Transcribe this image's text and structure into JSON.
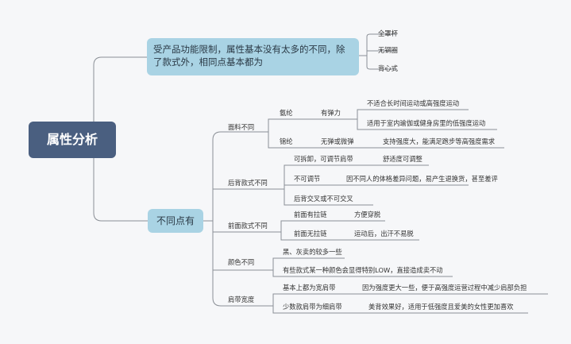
{
  "root": "属性分析",
  "summary_box": {
    "text": "受产品功能限制，属性基本没有太多的不同，除了款式外，相同点基本都为",
    "items": [
      "全罩杯",
      "无钢圈",
      "背心式"
    ]
  },
  "diff_box": {
    "label": "不同点有",
    "categories": [
      {
        "label": "面料不同",
        "subs": [
          {
            "label": "氨纶",
            "sub2": "有弹力",
            "details": [
              "不适合长时间运动或高强度运动",
              "适用于室内瑜伽或健身房里的低强度运动"
            ]
          },
          {
            "label": "锦纶",
            "sub2": "无弹或微弹",
            "details": [
              "支持强度大，能满足跑步等高强度需求"
            ]
          }
        ]
      },
      {
        "label": "后背款式不同",
        "subs": [
          {
            "label": "可拆卸，可调节肩带",
            "details": [
              "舒适度可调整"
            ]
          },
          {
            "label": "不可调节",
            "details": [
              "因不同人的体格差异问题，易产生退换货，甚至差评"
            ]
          },
          {
            "label": "后背交叉或不可交叉",
            "details": []
          }
        ]
      },
      {
        "label": "前面款式不同",
        "subs": [
          {
            "label": "前面有拉链",
            "details": [
              "方便穿脱"
            ]
          },
          {
            "label": "前面无拉链",
            "details": [
              "运动后，出汗不易脱"
            ]
          }
        ]
      },
      {
        "label": "颜色不同",
        "subs": [
          {
            "label": "黑、灰卖的较多一些",
            "details": []
          },
          {
            "label": "有些款式某一种颜色会显得特别LOW，直接造成卖不动",
            "details": []
          }
        ]
      },
      {
        "label": "肩带宽度",
        "subs": [
          {
            "label": "基本上都为宽肩带",
            "details": [
              "因为强度更大一些，便于高强度运营过程中减少肩部负担"
            ]
          },
          {
            "label": "少数款肩带为细肩带",
            "details": [
              "美背效果好，适用于低强度且爱美的女性更加喜欢"
            ]
          }
        ]
      }
    ]
  }
}
